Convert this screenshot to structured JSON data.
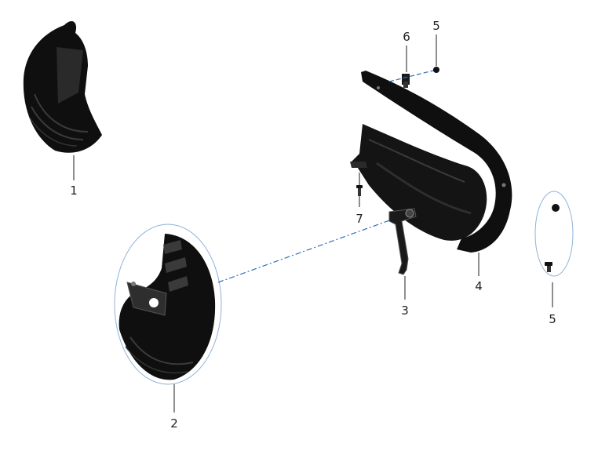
{
  "colors": {
    "part_fill": "#0f0f0f",
    "part_highlight": "#3a3a3a",
    "dash_line": "#2f6fbf",
    "group_ellipse": "#8fb3d9",
    "leader": "#444444",
    "text": "#222222"
  },
  "callouts": {
    "part_1": "1",
    "part_2": "2",
    "part_3": "3",
    "part_4": "4",
    "part_5_top": "5",
    "part_5_right": "5",
    "part_6": "6",
    "part_7": "7"
  }
}
